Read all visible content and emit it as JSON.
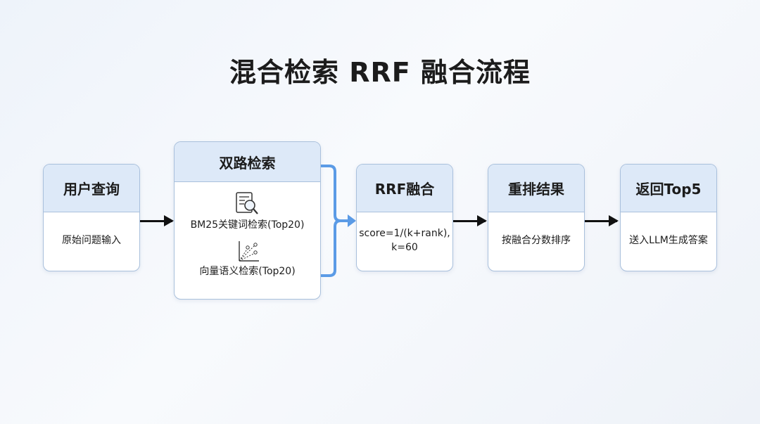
{
  "title": "混合检索 RRF 融合流程",
  "steps": [
    {
      "title": "用户查询",
      "body": "原始问题输入"
    },
    {
      "title": "双路检索",
      "paths": [
        {
          "icon": "document-search-icon",
          "label": "BM25关键词检索(Top20)"
        },
        {
          "icon": "vector-scatter-icon",
          "label": "向量语义检索(Top20)"
        }
      ]
    },
    {
      "title": "RRF融合",
      "body_line1": "score=1/(k+rank),",
      "body_line2": "k=60"
    },
    {
      "title": "重排结果",
      "body": "按融合分数排序"
    },
    {
      "title": "返回Top5",
      "body": "送入LLM生成答案"
    }
  ],
  "colors": {
    "header": "#dde9f8",
    "border": "#a9c0dc",
    "merge_arrow": "#5b9be6"
  }
}
